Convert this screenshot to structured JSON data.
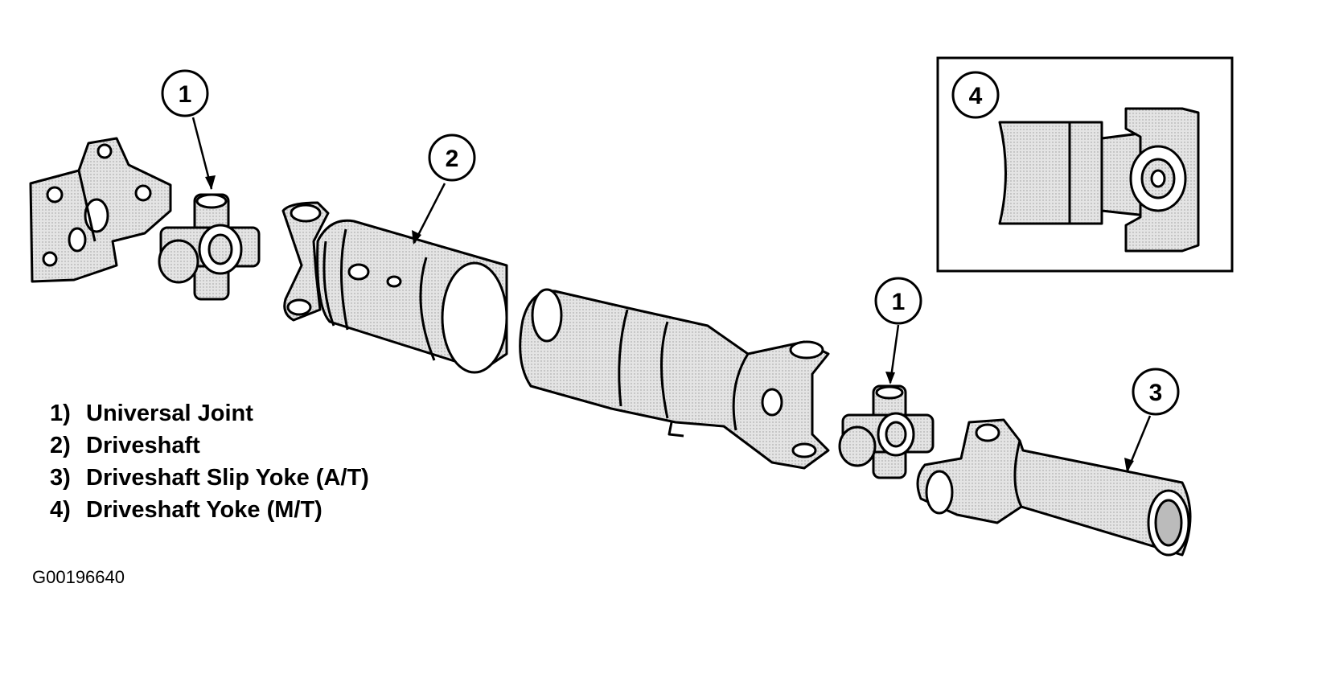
{
  "callouts": [
    "1",
    "2",
    "1",
    "3",
    "4"
  ],
  "legend": [
    {
      "num": "1)",
      "label": "Universal Joint"
    },
    {
      "num": "2)",
      "label": "Driveshaft"
    },
    {
      "num": "3)",
      "label": "Driveshaft Slip Yoke (A/T)"
    },
    {
      "num": "4)",
      "label": "Driveshaft Yoke (M/T)"
    }
  ],
  "figure_id": "G00196640",
  "colors": {
    "line": "#000000",
    "shade": "#d9d9d9",
    "background": "#ffffff"
  }
}
